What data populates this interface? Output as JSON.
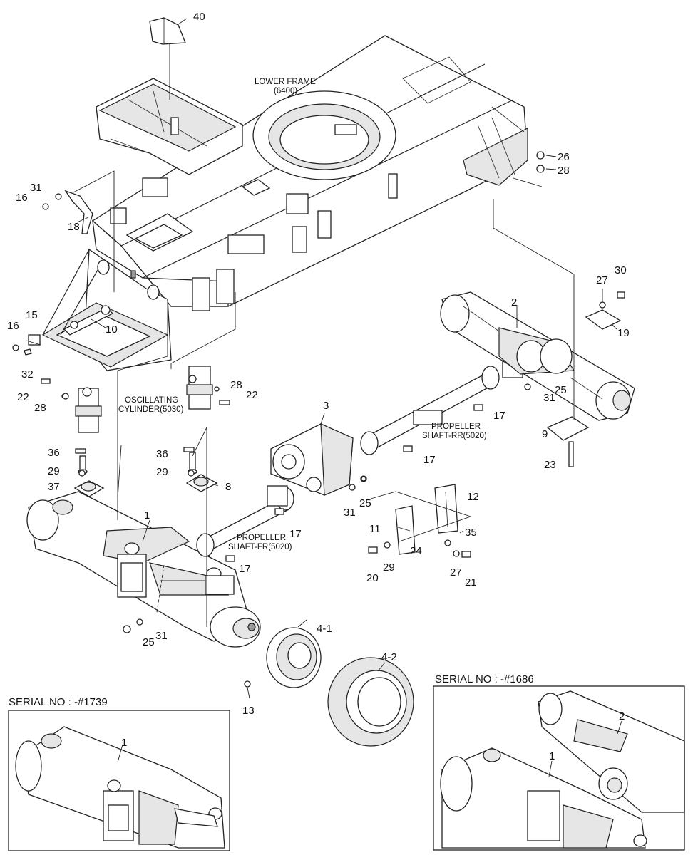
{
  "captions": {
    "lower_frame": "LOWER FRAME",
    "lower_frame_code": "(6400)",
    "oscillating": "OSCILLATING",
    "oscillating_code": "CYLINDER(5030)",
    "prop_rr_1": "PROPELLER",
    "prop_rr_2": "SHAFT-RR(5020)",
    "prop_fr_1": "PROPELLER",
    "prop_fr_2": "SHAFT-FR(5020)"
  },
  "insets": {
    "left_serial": "SERIAL NO : -#1739",
    "right_serial": "SERIAL NO : -#1686"
  },
  "callouts": [
    {
      "id": "c40",
      "label": "40"
    },
    {
      "id": "c26",
      "label": "26"
    },
    {
      "id": "c28a",
      "label": "28"
    },
    {
      "id": "c31a",
      "label": "31"
    },
    {
      "id": "c16a",
      "label": "16"
    },
    {
      "id": "c18",
      "label": "18"
    },
    {
      "id": "c27a",
      "label": "27"
    },
    {
      "id": "c30",
      "label": "30"
    },
    {
      "id": "c2",
      "label": "2"
    },
    {
      "id": "c19",
      "label": "19"
    },
    {
      "id": "c16b",
      "label": "16"
    },
    {
      "id": "c15",
      "label": "15"
    },
    {
      "id": "c10",
      "label": "10"
    },
    {
      "id": "c32",
      "label": "32"
    },
    {
      "id": "c25a",
      "label": "25"
    },
    {
      "id": "c31b",
      "label": "31"
    },
    {
      "id": "c28b",
      "label": "28"
    },
    {
      "id": "c22a",
      "label": "22"
    },
    {
      "id": "c22b",
      "label": "22"
    },
    {
      "id": "c28c",
      "label": "28"
    },
    {
      "id": "c3",
      "label": "3"
    },
    {
      "id": "c17a",
      "label": "17"
    },
    {
      "id": "c9",
      "label": "9"
    },
    {
      "id": "c17b",
      "label": "17"
    },
    {
      "id": "c23",
      "label": "23"
    },
    {
      "id": "c36a",
      "label": "36"
    },
    {
      "id": "c29a",
      "label": "29"
    },
    {
      "id": "c37",
      "label": "37"
    },
    {
      "id": "c36b",
      "label": "36"
    },
    {
      "id": "c29b",
      "label": "29"
    },
    {
      "id": "c8",
      "label": "8"
    },
    {
      "id": "c12",
      "label": "12"
    },
    {
      "id": "c31c",
      "label": "31"
    },
    {
      "id": "c25b",
      "label": "25"
    },
    {
      "id": "c1",
      "label": "1"
    },
    {
      "id": "c17c",
      "label": "17"
    },
    {
      "id": "c11",
      "label": "11"
    },
    {
      "id": "c35",
      "label": "35"
    },
    {
      "id": "c24",
      "label": "24"
    },
    {
      "id": "c17d",
      "label": "17"
    },
    {
      "id": "c29c",
      "label": "29"
    },
    {
      "id": "c27b",
      "label": "27"
    },
    {
      "id": "c20",
      "label": "20"
    },
    {
      "id": "c21",
      "label": "21"
    },
    {
      "id": "c41",
      "label": "4-1"
    },
    {
      "id": "c31d",
      "label": "31"
    },
    {
      "id": "c25c",
      "label": "25"
    },
    {
      "id": "c42",
      "label": "4-2"
    },
    {
      "id": "c13",
      "label": "13"
    },
    {
      "id": "c2i",
      "label": "2"
    },
    {
      "id": "c1i",
      "label": "1"
    },
    {
      "id": "c1l",
      "label": "1"
    }
  ]
}
